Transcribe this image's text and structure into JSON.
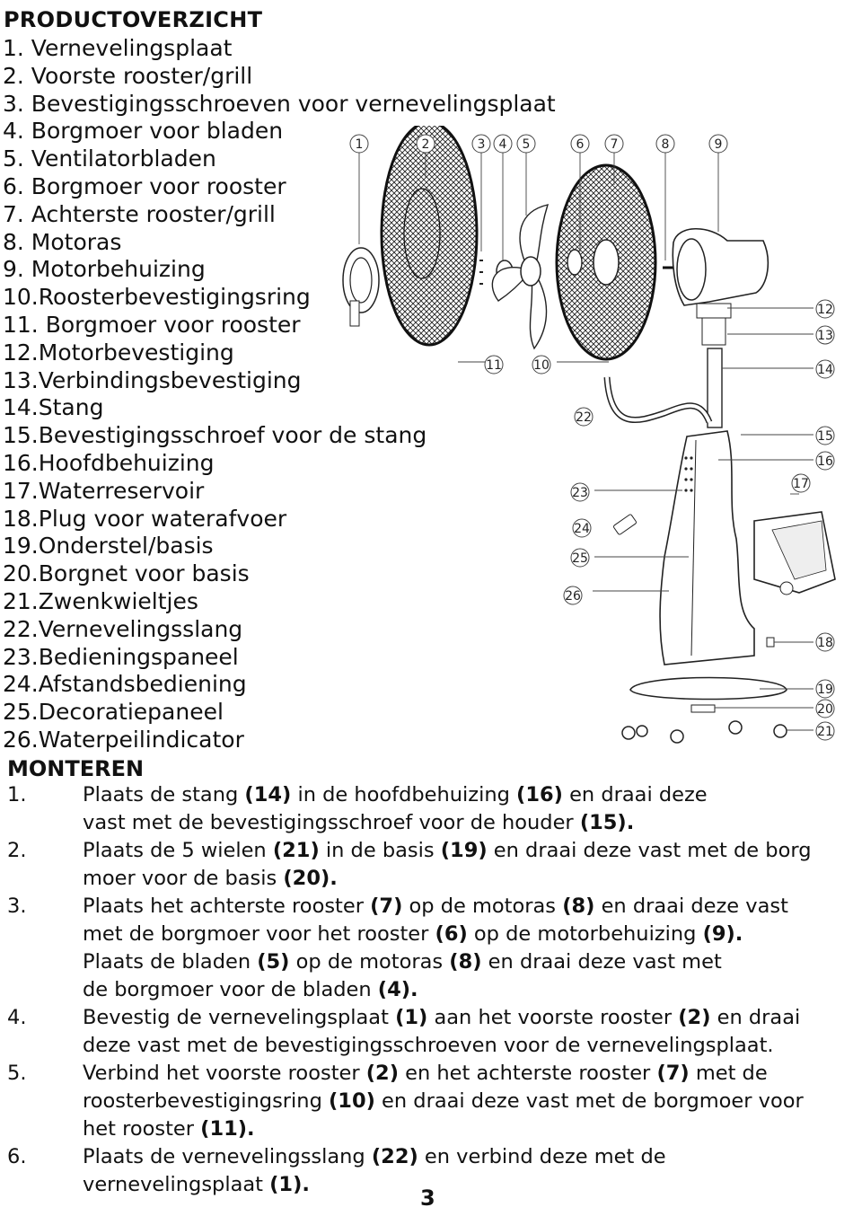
{
  "overview_title": "PRODUCTOVERZICHT",
  "parts": [
    "1.  Vernevelingsplaat",
    "2.  Voorste rooster/grill",
    "3.  Bevestigingsschroeven voor vernevelingsplaat",
    "4.  Borgmoer voor bladen",
    "5.  Ventilatorbladen",
    "6.  Borgmoer voor rooster",
    "7.  Achterste rooster/grill",
    "8.  Motoras",
    "9.  Motorbehuizing",
    "10.Roosterbevestigingsring",
    "11.  Borgmoer voor rooster",
    "12.Motorbevestiging",
    "13.Verbindingsbevestiging",
    "14.Stang",
    "15.Bevestigingsschroef voor de stang",
    "16.Hoofdbehuizing",
    "17.Waterreservoir",
    "18.Plug voor waterafvoer",
    "19.Onderstel/basis",
    "20.Borgnet voor basis",
    "21.Zwenkwieltjes",
    "22.Vernevelingsslang",
    "23.Bedieningspaneel",
    "24.Afstandsbediening",
    "25.Decoratiepaneel",
    "26.Waterpeilindicator"
  ],
  "diagram_labels": [
    "1",
    "2",
    "3",
    "4",
    "5",
    "6",
    "7",
    "8",
    "9",
    "10",
    "11",
    "12",
    "13",
    "14",
    "15",
    "16",
    "17",
    "18",
    "19",
    "20",
    "21",
    "22",
    "23",
    "24",
    "25",
    "26"
  ],
  "assembly_title": "MONTEREN",
  "steps": [
    {
      "num": "1.",
      "lines": [
        [
          {
            "t": "Plaats de stang "
          },
          {
            "b": "(14)"
          },
          {
            "t": " in de hoofdbehuizing "
          },
          {
            "b": "(16)"
          },
          {
            "t": " en draai deze"
          }
        ],
        [
          {
            "t": "vast met de bevestigingsschroef voor de houder "
          },
          {
            "b": "(15)."
          }
        ]
      ]
    },
    {
      "num": "2.",
      "lines": [
        [
          {
            "t": "Plaats de 5 wielen "
          },
          {
            "b": "(21)"
          },
          {
            "t": " in de basis "
          },
          {
            "b": "(19)"
          },
          {
            "t": " en draai deze vast met de borg"
          }
        ],
        [
          {
            "t": "moer voor de basis "
          },
          {
            "b": "(20)."
          }
        ]
      ]
    },
    {
      "num": "3.",
      "lines": [
        [
          {
            "t": "Plaats het achterste rooster "
          },
          {
            "b": "(7)"
          },
          {
            "t": " op de motoras "
          },
          {
            "b": "(8)"
          },
          {
            "t": " en draai deze vast"
          }
        ],
        [
          {
            "t": "met de borgmoer voor het rooster "
          },
          {
            "b": "(6)"
          },
          {
            "t": " op de motorbehuizing "
          },
          {
            "b": "(9)."
          }
        ],
        [
          {
            "t": "Plaats  de bladen "
          },
          {
            "b": "(5)"
          },
          {
            "t": " op de motoras "
          },
          {
            "b": "(8)"
          },
          {
            "t": " en draai deze vast met"
          }
        ],
        [
          {
            "t": "de borgmoer voor de bladen "
          },
          {
            "b": "(4)."
          }
        ]
      ]
    },
    {
      "num": "4.",
      "lines": [
        [
          {
            "t": "Bevestig de vernevelingsplaat "
          },
          {
            "b": "(1)"
          },
          {
            "t": " aan het voorste rooster "
          },
          {
            "b": "(2)"
          },
          {
            "t": " en draai"
          }
        ],
        [
          {
            "t": "deze vast met de bevestigingsschroeven voor de vernevelingsplaat."
          }
        ]
      ]
    },
    {
      "num": "5.",
      "lines": [
        [
          {
            "t": "Verbind het voorste rooster "
          },
          {
            "b": "(2)"
          },
          {
            "t": " en het achterste rooster "
          },
          {
            "b": "(7)"
          },
          {
            "t": " met de"
          }
        ],
        [
          {
            "t": "roosterbevestigingsring "
          },
          {
            "b": "(10)"
          },
          {
            "t": " en draai deze vast met de borgmoer voor"
          }
        ],
        [
          {
            "t": "het rooster "
          },
          {
            "b": "(11)."
          }
        ]
      ]
    },
    {
      "num": "6.",
      "lines": [
        [
          {
            "t": "Plaats de vernevelingsslang "
          },
          {
            "b": "(22)"
          },
          {
            "t": " en verbind deze met de"
          }
        ],
        [
          {
            "t": "vernevelingsplaat "
          },
          {
            "b": "(1)."
          }
        ]
      ]
    }
  ],
  "page_number": "3"
}
